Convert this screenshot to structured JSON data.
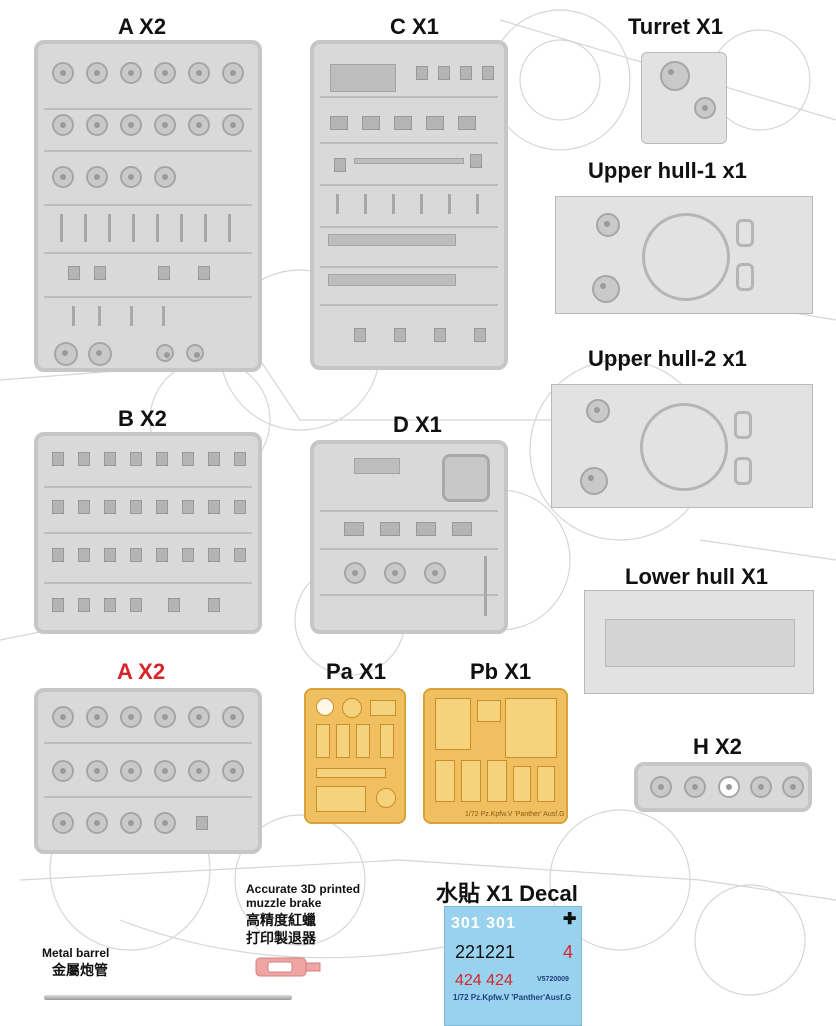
{
  "labels": {
    "a1": "A X2",
    "c": "C X1",
    "turret": "Turret X1",
    "upper1": "Upper hull-1 x1",
    "upper2": "Upper hull-2 x1",
    "b": "B X2",
    "d": "D X1",
    "lower": "Lower hull X1",
    "a2": "A X2",
    "pa": "Pa X1",
    "pb": "Pb X1",
    "h": "H X2",
    "decal": "水貼 X1 Decal"
  },
  "muzzle": {
    "line1": "Accurate 3D printed",
    "line2": "muzzle brake",
    "line3": "高精度紅蠟",
    "line4": "打印製退器"
  },
  "barrel": {
    "line1": "Metal barrel",
    "line2": "金屬炮管"
  },
  "decal_sheet": {
    "row1": "301 301",
    "row2": "221221",
    "row2b": "4",
    "row3": "424 424",
    "brand": "V5720009",
    "caption": "1/72 Pz.Kpfw.V 'Panther'Ausf.G"
  },
  "pe_pb_caption": "1/72 Pz.Kpfw.V 'Panther' Ausf.G",
  "colors": {
    "sprue": "#d9d9d9",
    "label": "#111111",
    "label_red": "#d7262b",
    "photoetch": "#f0c060",
    "decal_bg": "#99d2ef",
    "muzzle_brake": "#f0a5a5",
    "decal_red": "#d7262b"
  }
}
